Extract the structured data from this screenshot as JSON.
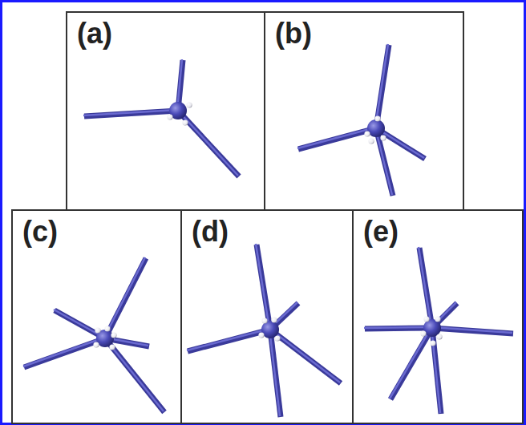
{
  "diagram": {
    "nodes": [
      {
        "text": [
          "(a)"
        ]
      },
      {
        "text": [
          "(b)"
        ]
      },
      {
        "text": [
          "(c)"
        ]
      },
      {
        "text": [
          "(d)"
        ]
      },
      {
        "text": [
          "(e)"
        ]
      }
    ]
  }
}
